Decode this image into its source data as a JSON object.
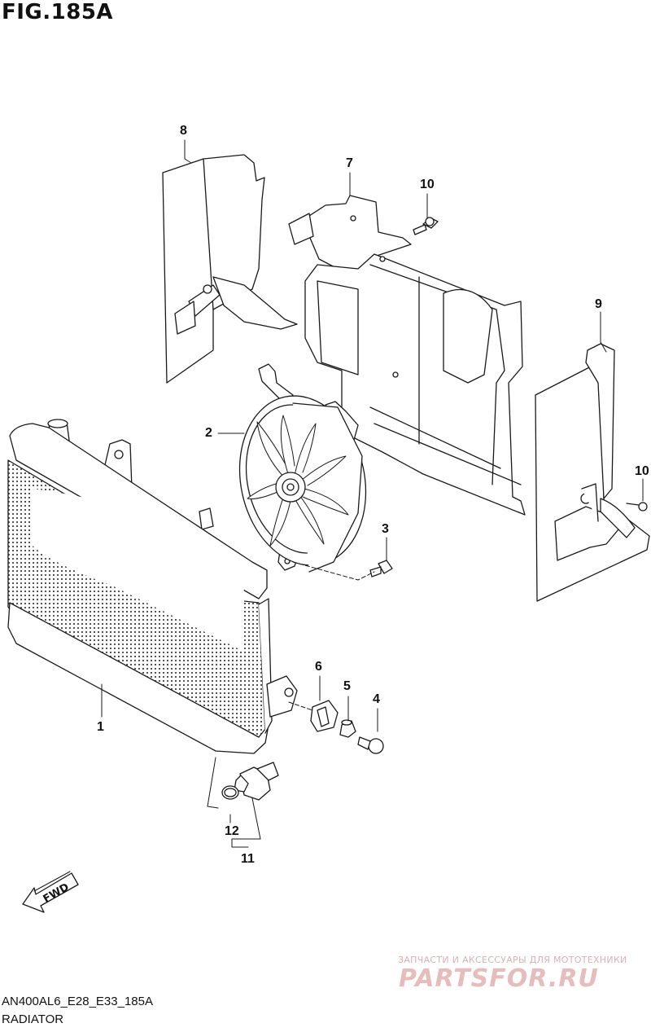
{
  "figure": {
    "title": "FIG.185A",
    "model_code": "AN400AL6_E28_E33_185A",
    "section_name": "RADIATOR"
  },
  "callouts": [
    "1",
    "2",
    "3",
    "4",
    "5",
    "6",
    "7",
    "8",
    "9",
    "10",
    "10",
    "11",
    "12"
  ],
  "direction_arrow": {
    "label": "FWD"
  },
  "watermark": {
    "tagline": "ЗАПЧАСТИ И АКСЕССУАРЫ ДЛЯ МОТОТЕХНИКИ",
    "logo_text": "PARTSFOR.RU"
  },
  "colors": {
    "line": "#1a1a1a",
    "fill": "#ffffff",
    "watermark": "#e6bcbc"
  }
}
